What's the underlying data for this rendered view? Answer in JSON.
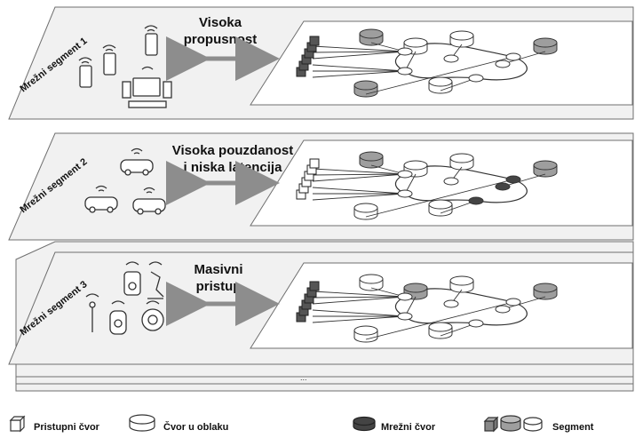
{
  "segments": [
    {
      "label": "Mrežni segment 1",
      "caption_lines": [
        "Visoka",
        "propusnost"
      ],
      "devices_icon": "mobile-devices-and-desktop-icons"
    },
    {
      "label": "Mrežni segment 2",
      "caption_lines": [
        "Visoka pouzdanost",
        "i niska latencija"
      ],
      "devices_icon": "connected-cars-icons"
    },
    {
      "label": "Mrežni segment 3",
      "caption_lines": [
        "Masivni",
        "pristup"
      ],
      "devices_icon": "iot-sensor-devices-icons"
    }
  ],
  "stack_more": "...",
  "legend": {
    "access_node": "Pristupni čvor",
    "cloud_node": "Čvor u oblaku",
    "network_node": "Mrežni čvor",
    "segment": "Segment"
  },
  "colors": {
    "plane": "#f1f1f1",
    "plane_edge": "#6f6f6f",
    "arrow": "#8d8d8d",
    "cloud_gray": "#9e9e9e",
    "network_node_dark": "#444444"
  }
}
